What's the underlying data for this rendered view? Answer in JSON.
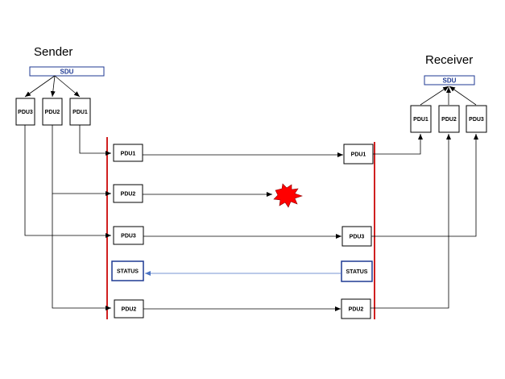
{
  "sender": {
    "title": "Sender",
    "sdu_label": "SDU",
    "pdus": [
      "PDU3",
      "PDU2",
      "PDU1"
    ]
  },
  "receiver": {
    "title": "Receiver",
    "sdu_label": "SDU",
    "pdus": [
      "PDU1",
      "PDU2",
      "PDU3"
    ]
  },
  "sender_queue": [
    "PDU1",
    "PDU2",
    "PDU3",
    "STATUS",
    "PDU2"
  ],
  "receiver_queue": [
    "PDU1",
    "PDU3",
    "STATUS",
    "PDU2"
  ],
  "colors": {
    "bar": "#d02020",
    "status": "#1f3a93",
    "status_arrow": "#4a73c4",
    "loss": "#ff0000"
  },
  "icons": {
    "loss": "explosion-icon"
  }
}
